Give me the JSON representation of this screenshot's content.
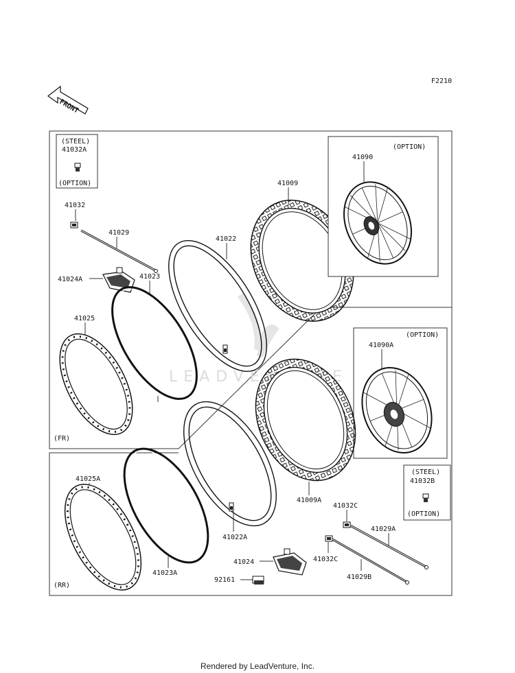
{
  "figure_code": "F2210",
  "front_arrow_text": "FRONT",
  "watermark": "LEADVENTURE",
  "footer": "Rendered by LeadVenture, Inc.",
  "front_section": {
    "tag": "(FR)",
    "steel_box": {
      "title": "(STEEL)",
      "part": "41032A",
      "note": "(OPTION)"
    },
    "option_box": {
      "title": "(OPTION)",
      "part": "41090"
    },
    "labels": {
      "p41032": "41032",
      "p41029": "41029",
      "p41024a": "41024A",
      "p41023": "41023",
      "p41025": "41025",
      "p41022": "41022",
      "p41009": "41009"
    }
  },
  "rear_section": {
    "tag": "(RR)",
    "option_box": {
      "title": "(OPTION)",
      "part": "41090A"
    },
    "steel_box": {
      "title": "(STEEL)",
      "part": "41032B",
      "note": "(OPTION)"
    },
    "labels": {
      "p41025a": "41025A",
      "p41023a": "41023A",
      "p41022a": "41022A",
      "p41009a": "41009A",
      "p41024": "41024",
      "p92161": "92161",
      "p41032c_top": "41032C",
      "p41032c_bottom": "41032C",
      "p41029a": "41029A",
      "p41029b": "41029B"
    }
  }
}
